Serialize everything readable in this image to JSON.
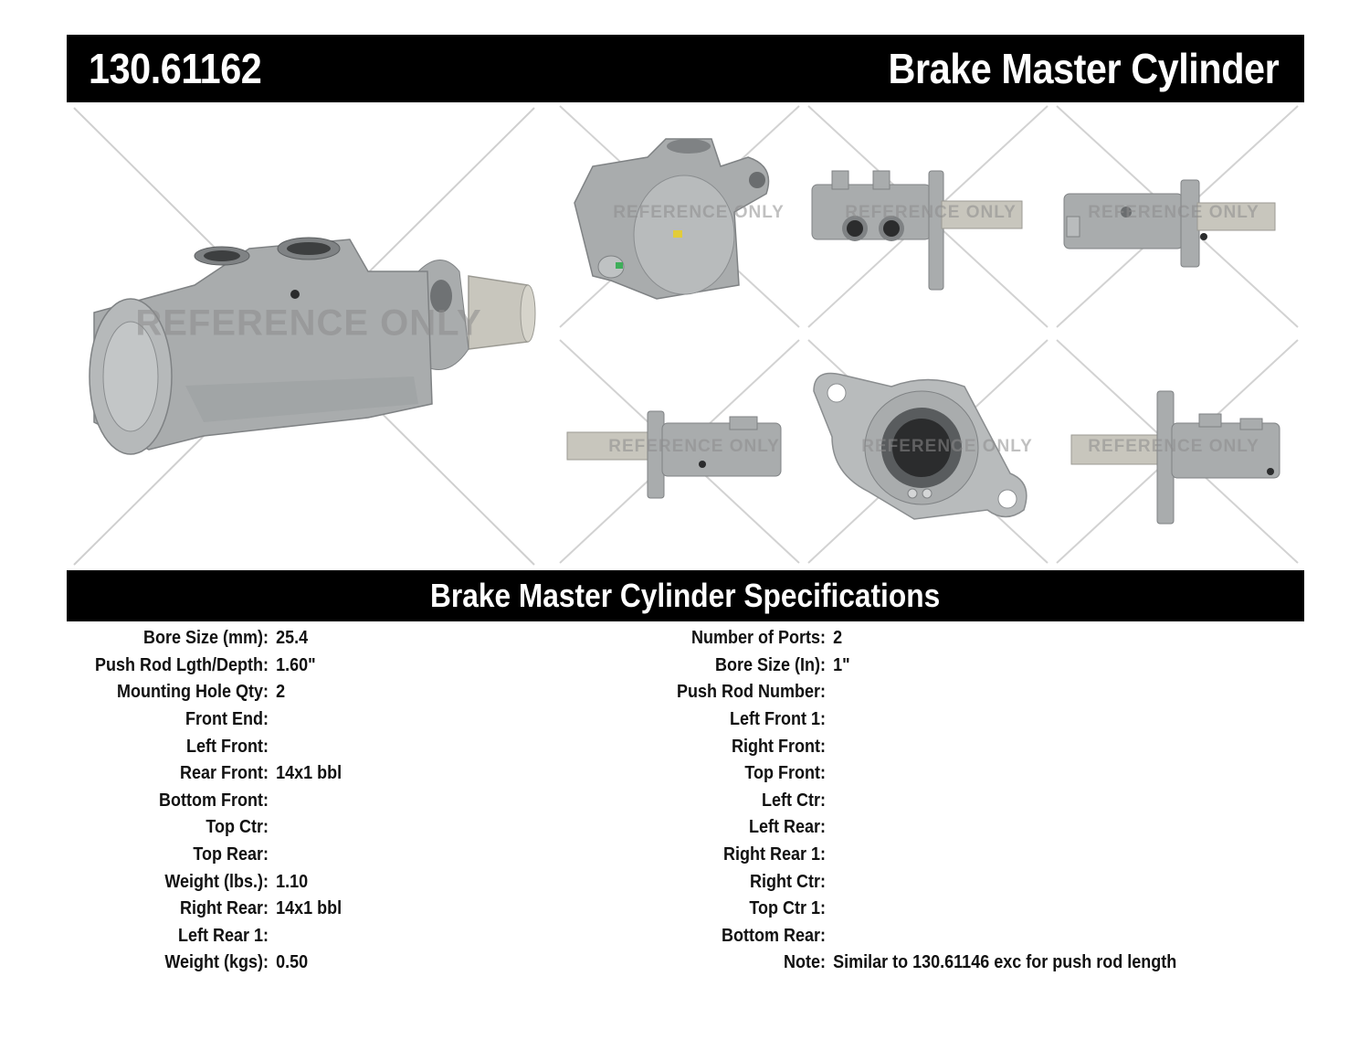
{
  "header": {
    "part_number": "130.61162",
    "title": "Brake Master Cylinder"
  },
  "gallery": {
    "watermark_text": "REFERENCE ONLY",
    "views": [
      {
        "name": "main-view",
        "watermark_text": "REFERENCE ONLY"
      },
      {
        "name": "top-angle-view",
        "watermark_text": "REFERENCE ONLY"
      },
      {
        "name": "top-view",
        "watermark_text": "REFERENCE ONLY"
      },
      {
        "name": "side-view-right",
        "watermark_text": "REFERENCE ONLY"
      },
      {
        "name": "side-view-left",
        "watermark_text": "REFERENCE ONLY"
      },
      {
        "name": "rear-view",
        "watermark_text": "REFERENCE ONLY"
      },
      {
        "name": "bottom-view",
        "watermark_text": "REFERENCE ONLY"
      }
    ],
    "colors": {
      "metal": "#a9acad",
      "metal_dark": "#7f8284",
      "metal_light": "#c9cbcc",
      "rod": "#c8c6bd"
    }
  },
  "specs": {
    "title": "Brake Master Cylinder Specifications",
    "left": [
      {
        "label": "Bore Size (mm):",
        "value": "25.4"
      },
      {
        "label": "Push Rod Lgth/Depth:",
        "value": "1.60\""
      },
      {
        "label": "Mounting Hole Qty:",
        "value": "2"
      },
      {
        "label": "Front End:",
        "value": ""
      },
      {
        "label": "Left Front:",
        "value": ""
      },
      {
        "label": "Rear Front:",
        "value": "14x1 bbl"
      },
      {
        "label": "Bottom Front:",
        "value": ""
      },
      {
        "label": "Top Ctr:",
        "value": ""
      },
      {
        "label": "Top Rear:",
        "value": ""
      },
      {
        "label": "Weight (lbs.):",
        "value": "1.10"
      },
      {
        "label": "Right Rear:",
        "value": "14x1 bbl"
      },
      {
        "label": "Left Rear 1:",
        "value": ""
      },
      {
        "label": "Weight (kgs):",
        "value": "0.50"
      }
    ],
    "right": [
      {
        "label": "Number of Ports:",
        "value": "2"
      },
      {
        "label": "Bore Size (In):",
        "value": "1\""
      },
      {
        "label": "Push Rod Number:",
        "value": ""
      },
      {
        "label": "Left Front 1:",
        "value": ""
      },
      {
        "label": "Right Front:",
        "value": ""
      },
      {
        "label": "Top Front:",
        "value": ""
      },
      {
        "label": "Left Ctr:",
        "value": ""
      },
      {
        "label": "Left Rear:",
        "value": ""
      },
      {
        "label": "Right Rear 1:",
        "value": ""
      },
      {
        "label": "Right Ctr:",
        "value": ""
      },
      {
        "label": "Top Ctr 1:",
        "value": ""
      },
      {
        "label": "Bottom Rear:",
        "value": ""
      },
      {
        "label": "Note:",
        "value": "Similar to 130.61146 exc for push rod length"
      }
    ]
  }
}
